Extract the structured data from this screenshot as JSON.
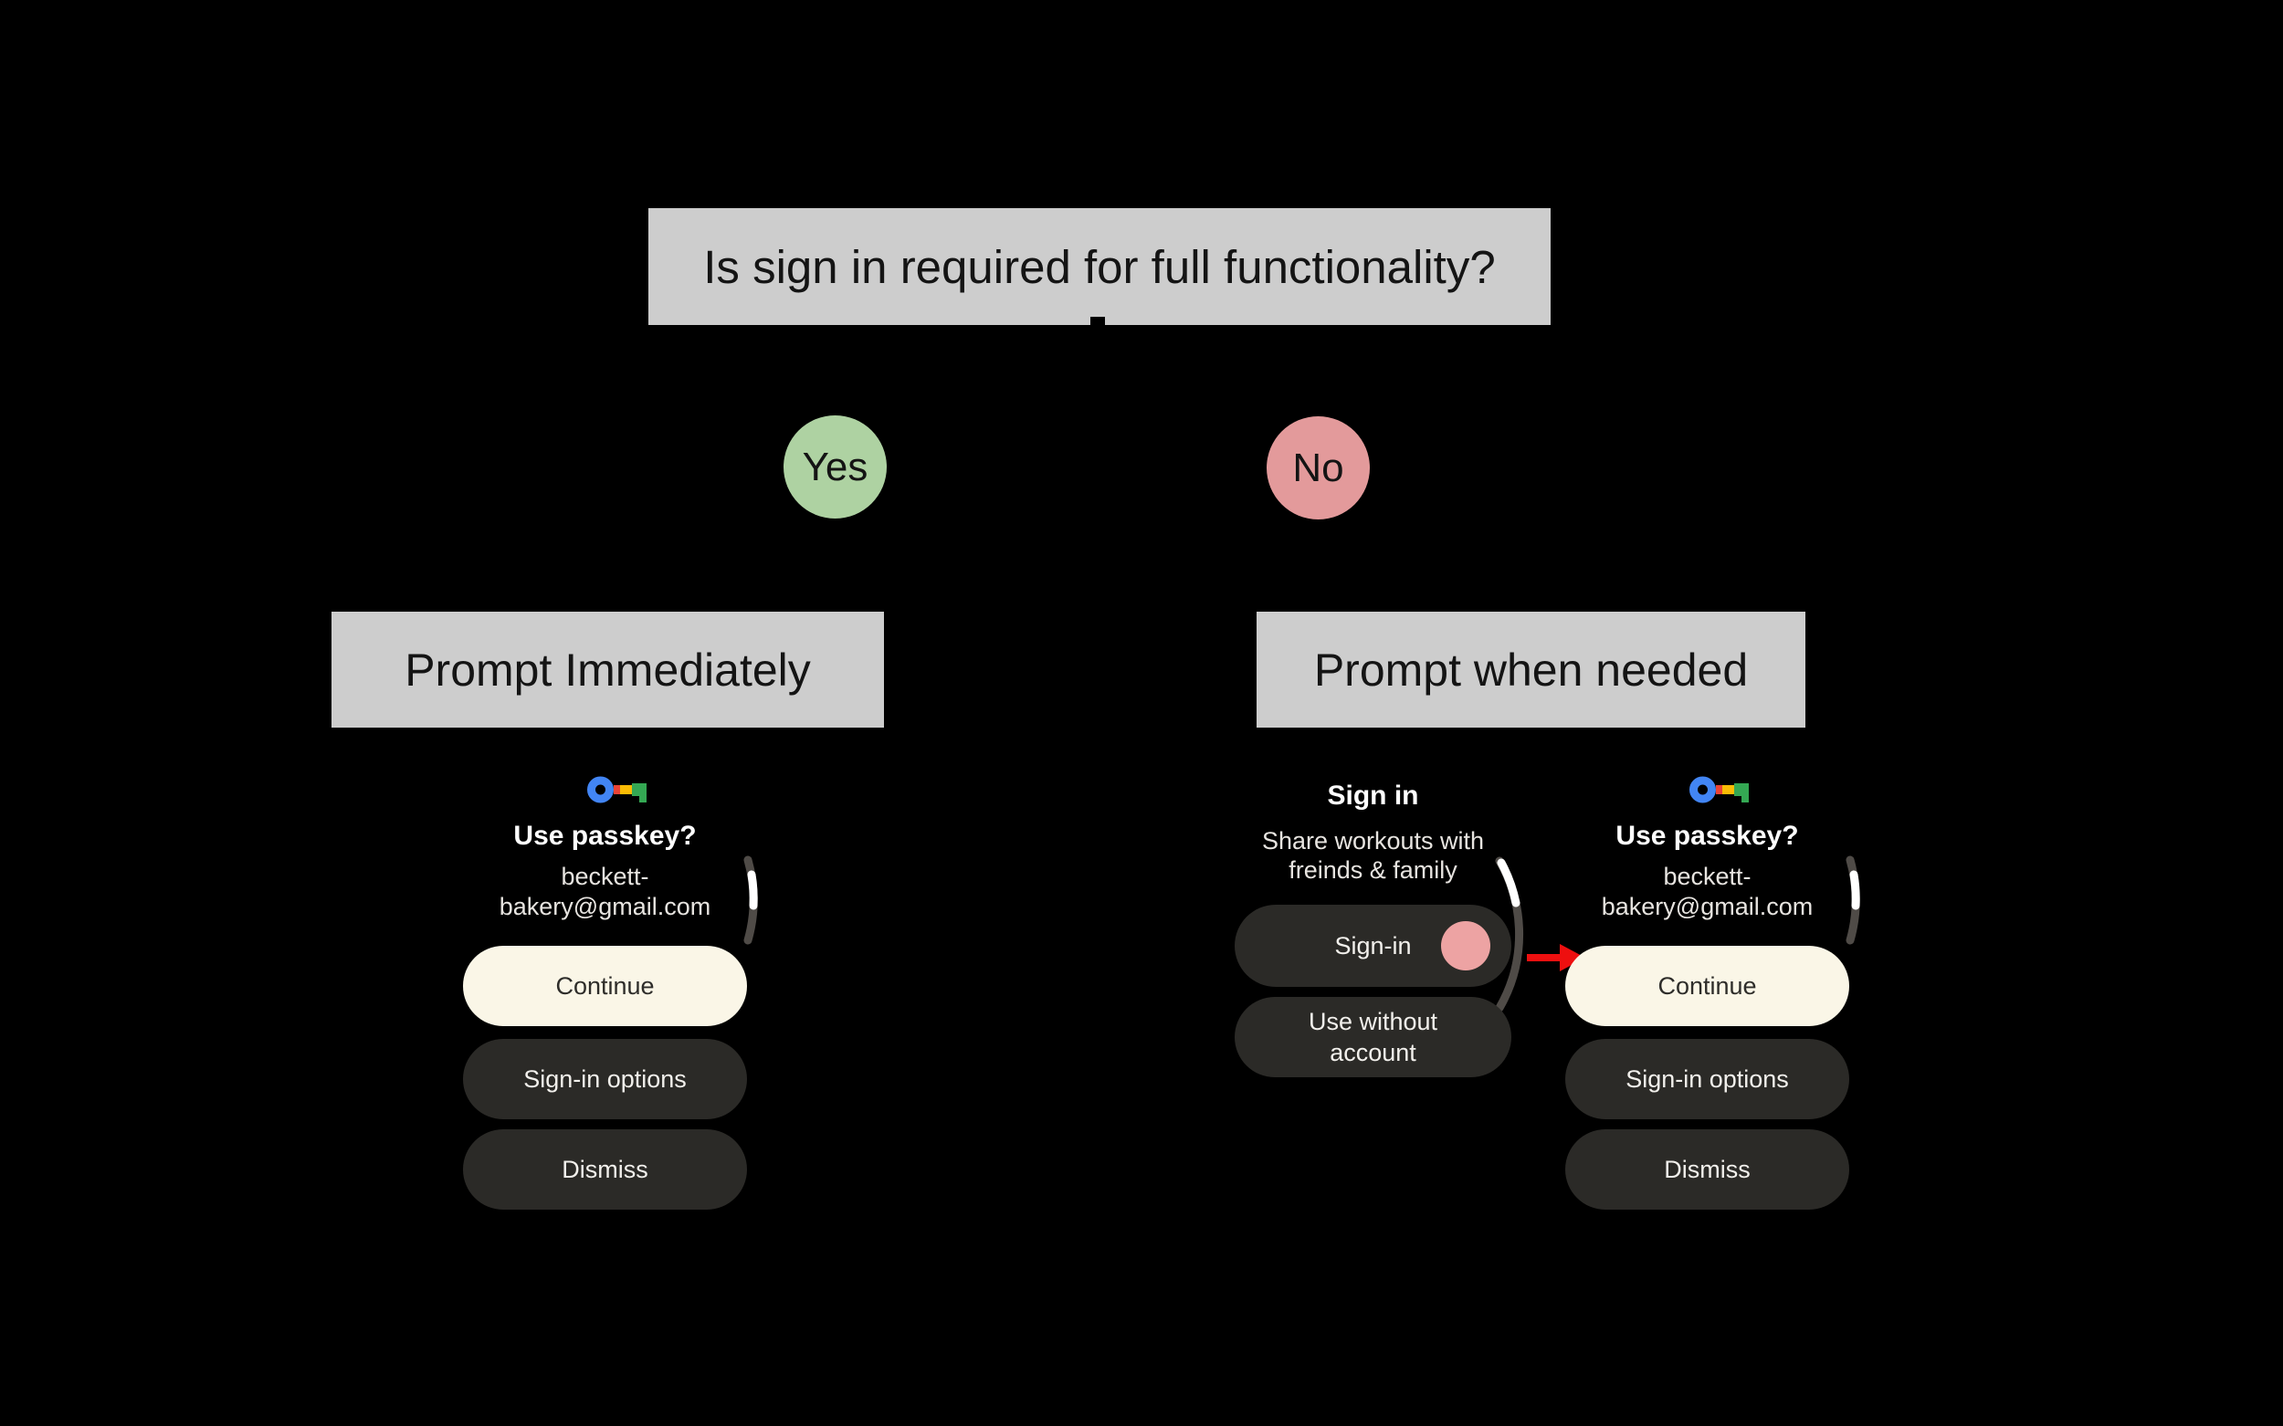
{
  "flowchart": {
    "question": "Is sign in required for full functionality?",
    "yes_label": "Yes",
    "no_label": "No",
    "yes_outcome": "Prompt Immediately",
    "no_outcome": "Prompt when needed"
  },
  "passkey_screen": {
    "icon_name": "google-passkey-key-icon",
    "title": "Use passkey?",
    "account_line1": "beckett-",
    "account_line2": "bakery@gmail.com",
    "continue_label": "Continue",
    "signin_options_label": "Sign-in options",
    "dismiss_label": "Dismiss"
  },
  "signin_screen": {
    "title": "Sign in",
    "subtitle_line1": "Share workouts with",
    "subtitle_line2": "freinds & family",
    "signin_label": "Sign-in",
    "use_without_line1": "Use without",
    "use_without_line2": "account"
  },
  "colors": {
    "background": "#000000",
    "node_gray": "#cdcdcd",
    "yes_green": "#aed2a2",
    "no_pink": "#e39a9b",
    "continue_cream": "#faf6e7",
    "pill_dark": "#2b2a27",
    "tap_dot_pink": "#eda3a3",
    "arrow_red": "#ee0f0f",
    "scroll_track": "#4f4b47",
    "scroll_thumb": "#ffffff",
    "passkey_blue": "#4285F4",
    "passkey_red": "#EA4335",
    "passkey_yellow": "#FBBC05",
    "passkey_green": "#34A853"
  }
}
